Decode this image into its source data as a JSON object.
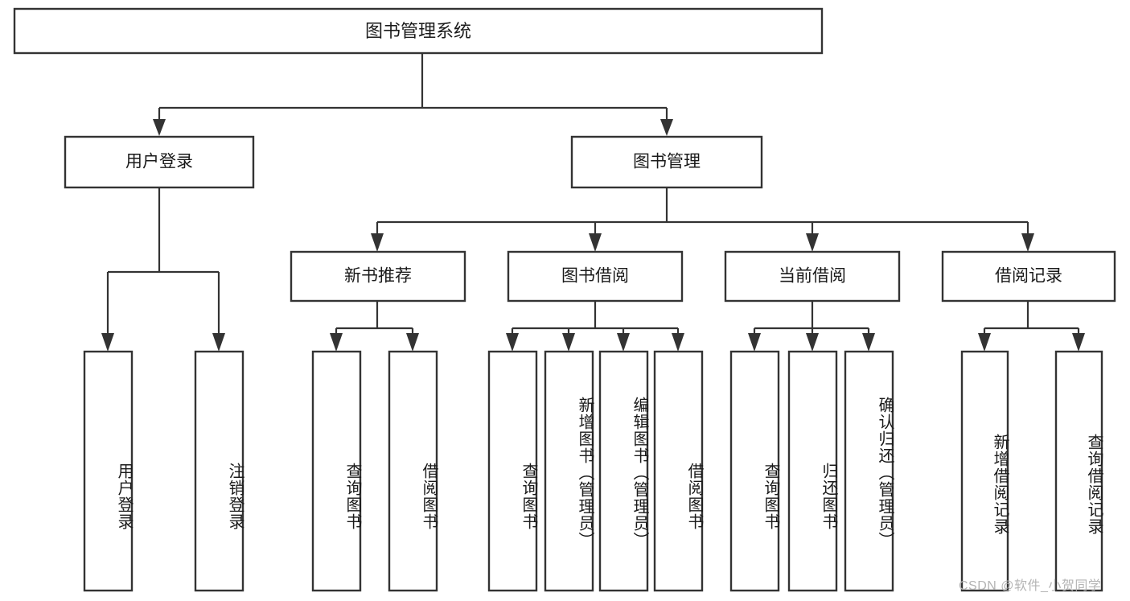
{
  "diagram": {
    "type": "tree-hierarchy-chart",
    "title": "图书管理系统",
    "root": {
      "id": "root",
      "label": "图书管理系统"
    },
    "level2": [
      {
        "id": "user-login",
        "label": "用户登录"
      },
      {
        "id": "book-manage",
        "label": "图书管理"
      }
    ],
    "level3": [
      {
        "id": "new-book-recommend",
        "label": "新书推荐",
        "parent": "book-manage"
      },
      {
        "id": "book-borrow",
        "label": "图书借阅",
        "parent": "book-manage"
      },
      {
        "id": "current-borrow",
        "label": "当前借阅",
        "parent": "book-manage"
      },
      {
        "id": "borrow-record",
        "label": "借阅记录",
        "parent": "book-manage"
      }
    ],
    "leaves": [
      {
        "id": "leaf-user-login",
        "label": "用户登录",
        "parent": "user-login"
      },
      {
        "id": "leaf-logout",
        "label": "注销登录",
        "parent": "user-login"
      },
      {
        "id": "leaf-query-book-1",
        "label": "查询图书",
        "parent": "new-book-recommend"
      },
      {
        "id": "leaf-borrow-book-1",
        "label": "借阅图书",
        "parent": "new-book-recommend"
      },
      {
        "id": "leaf-query-book-2",
        "label": "查询图书",
        "parent": "book-borrow"
      },
      {
        "id": "leaf-add-book",
        "label": "新增图书（管理员）",
        "parent": "book-borrow"
      },
      {
        "id": "leaf-edit-book",
        "label": "编辑图书（管理员）",
        "parent": "book-borrow"
      },
      {
        "id": "leaf-borrow-book-2",
        "label": "借阅图书",
        "parent": "book-borrow"
      },
      {
        "id": "leaf-query-book-3",
        "label": "查询图书",
        "parent": "current-borrow"
      },
      {
        "id": "leaf-return-book",
        "label": "归还图书",
        "parent": "current-borrow"
      },
      {
        "id": "leaf-confirm-return",
        "label": "确认归还（管理员）",
        "parent": "current-borrow"
      },
      {
        "id": "leaf-add-record",
        "label": "新增借阅记录",
        "parent": "borrow-record"
      },
      {
        "id": "leaf-query-record",
        "label": "查询借阅记录",
        "parent": "borrow-record"
      }
    ],
    "colors": {
      "background": "#ffffff",
      "box_fill": "#ffffff",
      "box_stroke": "#333333",
      "text": "#1a1a1a",
      "watermark": "#b4b4b4"
    }
  },
  "watermark": {
    "text": "CSDN @软件_小贺同学"
  }
}
